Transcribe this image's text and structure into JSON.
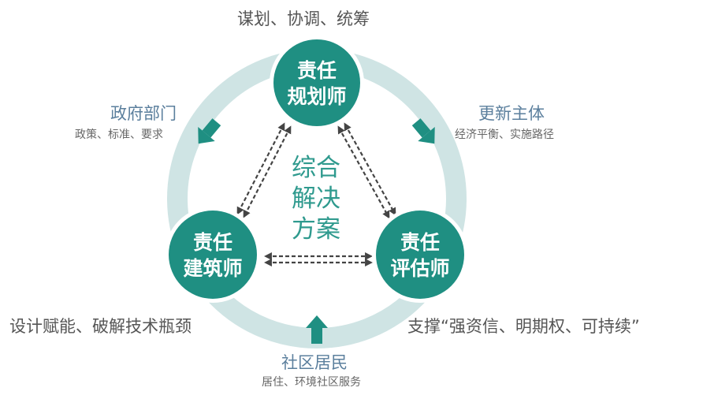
{
  "roles": {
    "planner": {
      "line1": "责任",
      "line2": "规划师",
      "caption": "谋划、协调、统筹"
    },
    "architect": {
      "line1": "责任",
      "line2": "建筑师",
      "caption": "设计赋能、破解技术瓶颈"
    },
    "assessor": {
      "line1": "责任",
      "line2": "评估师",
      "caption": "支撑“强资信、明期权、可持续”"
    }
  },
  "center": {
    "line1": "综合",
    "line2": "解决",
    "line3": "方案"
  },
  "stakeholders": {
    "government": {
      "title": "政府部门",
      "detail": "政策、标准、要求"
    },
    "renewal_entity": {
      "title": "更新主体",
      "detail": "经济平衡、实施路径"
    },
    "residents": {
      "title": "社区居民",
      "detail": "居住、环境社区服务"
    }
  },
  "colors": {
    "node": "#1f8f82",
    "ring": "#cfe4e4",
    "inflow_arrow": "#1f8f82",
    "dashed_arrow": "#444444",
    "center_text": "#2f9a8e",
    "stakeholder_title": "#5b7f9d"
  }
}
